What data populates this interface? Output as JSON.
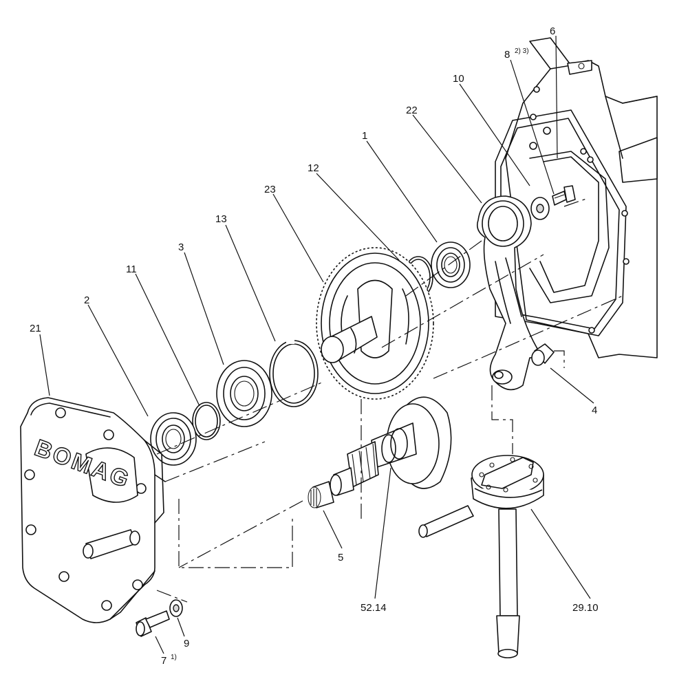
{
  "labels": {
    "p21": "21",
    "p2": "2",
    "p11": "11",
    "p3": "3",
    "p13": "13",
    "p23": "23",
    "p12": "12",
    "p1": "1",
    "p22": "22",
    "p10": "10",
    "p8": "8",
    "p8_note": "2)  3)",
    "p6": "6",
    "p4": "4",
    "p5": "5",
    "p5214": "52.14",
    "p2910": "29.10",
    "p7": "7",
    "p7_note": "1)",
    "p9": "9"
  },
  "logo_text": "BOMAG"
}
